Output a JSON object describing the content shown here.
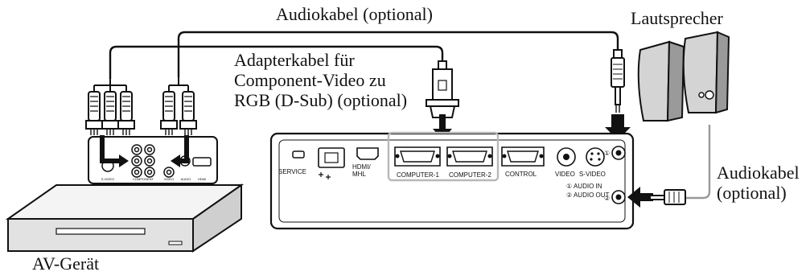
{
  "labels": {
    "audio_cable_top": "Audiokabel (optional)",
    "adapter_cable": [
      "Adapterkabel für",
      "Component-Video zu",
      "RGB (D-Sub) (optional)"
    ],
    "speakers": "Lautsprecher",
    "audio_cable_right": [
      "Audiokabel",
      "(optional)"
    ],
    "av_device": "AV-Gerät"
  },
  "projector_ports": {
    "service": "SERVICE",
    "hdmi": [
      "HDMI/",
      "MHL"
    ],
    "computer1": "COMPUTER-1",
    "computer2": "COMPUTER-2",
    "control": "CONTROL",
    "video": "VIDEO",
    "svideo": "S-VIDEO",
    "audio_in": "① AUDIO IN",
    "audio_out": "② AUDIO OUT",
    "jack1": "①",
    "jack2": "②"
  },
  "av_panel_ports": {
    "svideo": "S-VIDEO",
    "component": "COMPONENT",
    "video": "VIDEO",
    "audio": "AUDIO",
    "hdmi": "HDMI"
  },
  "colors": {
    "line": "#111111",
    "highlight_box": "#b8b8b8",
    "device_fill": "#efefef",
    "speaker_fill": "#d6d6d6"
  }
}
